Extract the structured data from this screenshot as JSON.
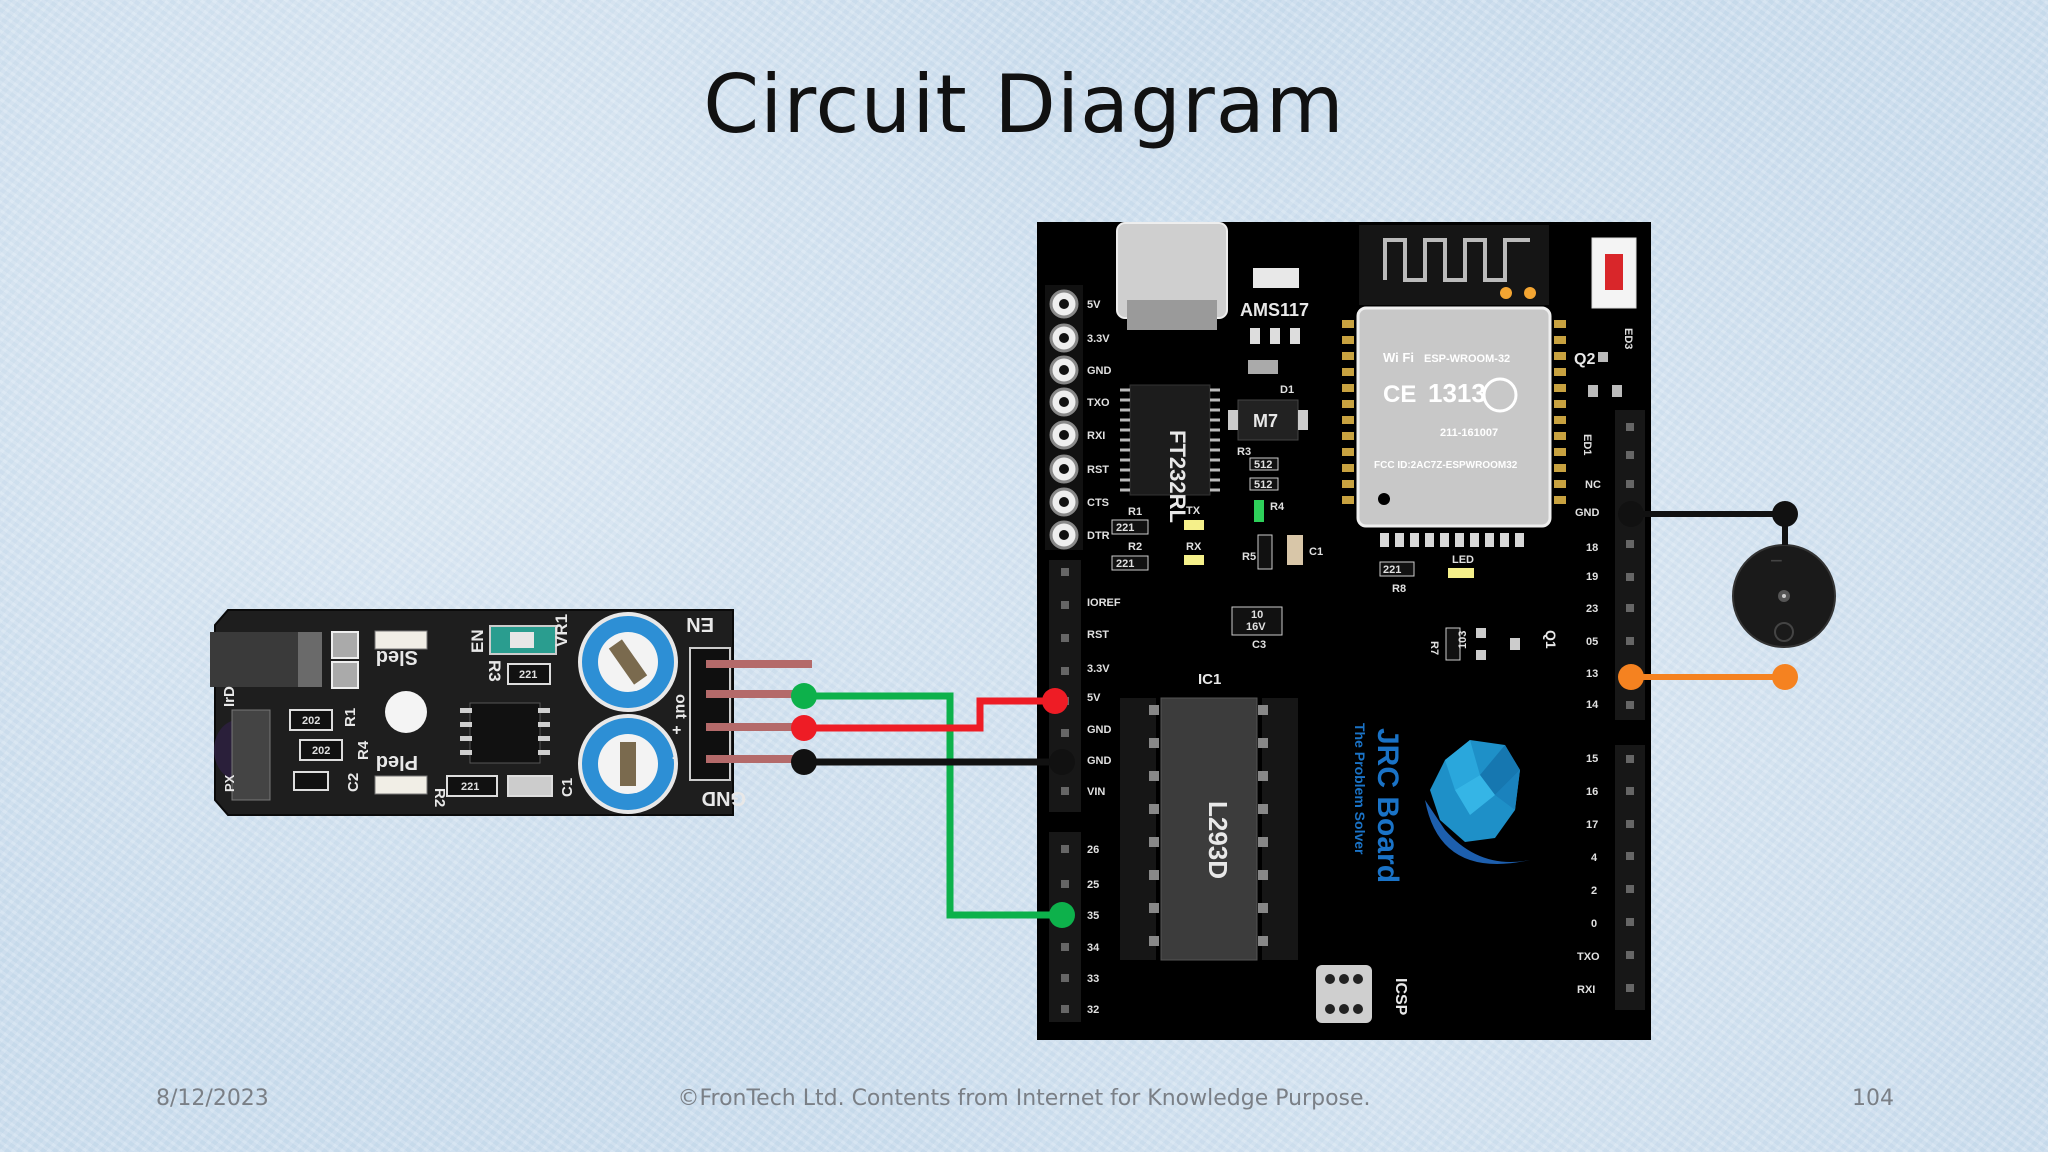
{
  "slide": {
    "title": "Circuit Diagram",
    "footer_date": "8/12/2023",
    "footer_copyright": "©FronTech Ltd. Contents from Internet for Knowledge Purpose.",
    "page_number": "104"
  },
  "ir_sensor": {
    "labels": {
      "en": "EN",
      "vr1": "VR1",
      "r3": "R3",
      "sled": "Sled",
      "pled": "Pled",
      "r1": "R1",
      "r4": "R4",
      "r2": "R2",
      "c2": "C2",
      "c1": "C1",
      "ird": "IrD",
      "px": "PX",
      "out": "out",
      "plus": "+",
      "minus": "-",
      "gnd": "GND",
      "res_202a": "202",
      "res_202b": "202",
      "res_221": "221",
      "res_221b": "221"
    }
  },
  "jrc_board": {
    "module": {
      "wifi": "Wi Fi",
      "model": "ESP-WROOM-32",
      "ce": "1313",
      "r_code": "211-161007",
      "fcc": "FCC ID:2AC7Z-ESPWROOM32"
    },
    "chips": {
      "ft232": "FT232RL",
      "ams": "AMS117",
      "m7": "M7",
      "d1": "D1",
      "l293d": "L293D",
      "ic1": "IC1"
    },
    "brand": {
      "name": "JRC Board",
      "tagline": "The Problem Solver"
    },
    "left_top_pins": [
      "5V",
      "3.3V",
      "GND",
      "TXO",
      "RXI",
      "RST",
      "CTS",
      "DTR"
    ],
    "power_pins": [
      "IOREF",
      "RST",
      "3.3V",
      "5V",
      "GND",
      "GND",
      "VIN"
    ],
    "analog_pins": [
      "26",
      "25",
      "35",
      "34",
      "33",
      "32"
    ],
    "right_pins_top": [
      "NC",
      "GND",
      "18",
      "19",
      "23",
      "05",
      "13",
      "14"
    ],
    "right_pins_bottom": [
      "15",
      "16",
      "17",
      "4",
      "2",
      "0",
      "TXO",
      "RXI"
    ],
    "small_labels": {
      "tx": "TX",
      "rx": "RX",
      "led": "LED",
      "r1": "R1",
      "r2": "R2",
      "r3": "R3",
      "r4": "R4",
      "r5": "R5",
      "r7": "R7",
      "r8": "R8",
      "q1": "Q1",
      "q2": "Q2",
      "c1": "C1",
      "c3": "C3",
      "icsp": "ICSP",
      "res_512a": "512",
      "res_512b": "512",
      "res_221a": "221",
      "res_221b": "221",
      "res_221c": "221",
      "cap_10": "10",
      "cap_16v": "16V",
      "res_103": "103",
      "ed3": "ED3",
      "ed1": "ED1"
    }
  },
  "wires": [
    {
      "name": "ir-out-to-pin35",
      "color": "#0db14b"
    },
    {
      "name": "ir-vcc-to-5v",
      "color": "#ee1c25"
    },
    {
      "name": "ir-gnd-to-gnd",
      "color": "#111111"
    },
    {
      "name": "buzzer-gnd",
      "color": "#111111"
    },
    {
      "name": "buzzer-signal-pin13",
      "color": "#f58220"
    }
  ]
}
